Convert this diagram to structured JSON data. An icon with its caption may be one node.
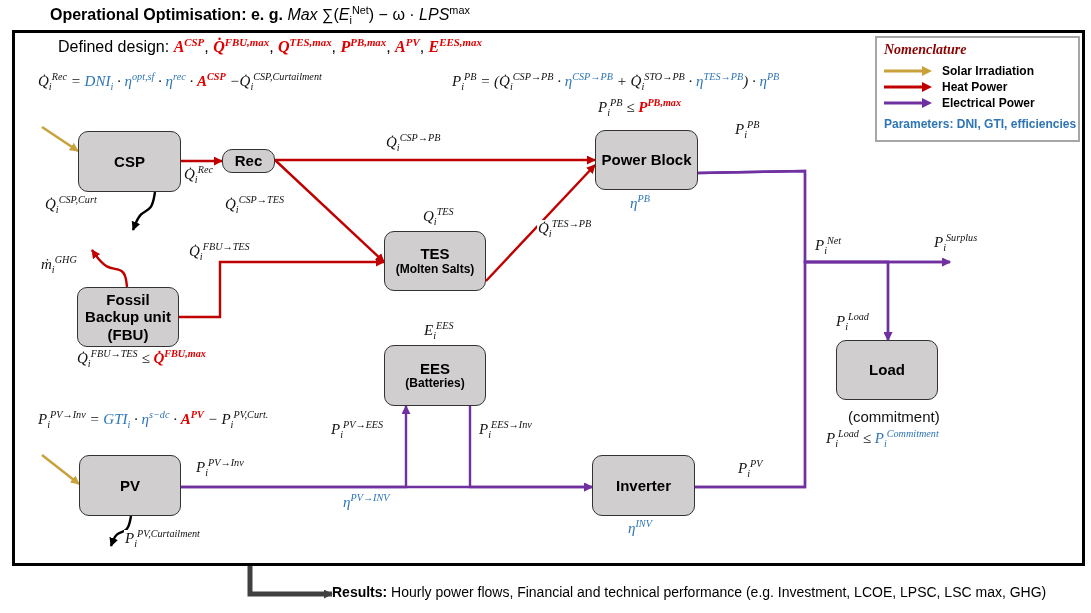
{
  "diagram": {
    "title": "**Operational Optimisation: e. g.** *Max* ∑(*E*$_{i}$$^{Net}$) − ω · *LPS*$^{max}$",
    "nodes": [
      {
        "text": [
          "Defined design: **A$^{CSP}$**, **Q̇$^{FBU,max}$**, **Q$^{TES,max}$**, **P$^{PB,max}$**, **A$^{PV}$**, **E$^{EES,max}$**"
        ]
      },
      {
        "text": [
          "CSP"
        ],
        "in": 0
      },
      {
        "text": [
          "Rec"
        ],
        "in": 0
      },
      {
        "text": [
          "Power Block"
        ],
        "in": 0,
        "beside": [
          "η$^{PB}$"
        ]
      },
      {
        "text": [
          "TES",
          "(Molten Salts)"
        ],
        "in": 0,
        "beside": [
          "Q$_{i}$$^{TES}$"
        ]
      },
      {
        "text": [
          "Fossil Backup unit (FBU)"
        ],
        "in": 0,
        "beside": [
          "Q̇$_{i}$$^{FBU→TES}$ ≤ **Q̇$^{FBU,max}$**"
        ]
      },
      {
        "text": [
          "EES",
          "(Batteries)"
        ],
        "in": 0,
        "beside": [
          "E$_{i}$$^{EES}$"
        ]
      },
      {
        "text": [
          "PV"
        ],
        "in": 0
      },
      {
        "text": [
          "Inverter"
        ],
        "in": 0,
        "beside": [
          "η$^{INV}$"
        ]
      },
      {
        "text": [
          "Load"
        ],
        "in": 0,
        "beside": [
          "(commitment)"
        ]
      },
      {
        "text": [
          "**Results:** Hourly power flows, Financial and technical performance (e.g. Investment, LCOE, LPSC, LSC max, GHG)"
        ]
      },
      {
        "text": [
          "P$_{i}$$^{Surplus}$"
        ],
        "in": 0
      }
    ],
    "edges": [
      {
        "from": null,
        "to": 1,
        "arrow": "to",
        "color": "#c9a13b"
      },
      {
        "from": 1,
        "to": 2,
        "arrow": "to",
        "label": "Q̇$_{i}$$^{Rec}$",
        "color": "#c00000"
      },
      {
        "from": 1,
        "to": null,
        "arrow": "to",
        "label": "Q̇$_{i}$$^{CSP,Curt}$",
        "color": "#000000"
      },
      {
        "from": 2,
        "to": 3,
        "arrow": "to",
        "label": "Q̇$_{i}$$^{CSP→PB}$",
        "color": "#c00000"
      },
      {
        "from": 2,
        "to": 4,
        "arrow": "to",
        "label": "Q̇$_{i}$$^{CSP→TES}$",
        "color": "#c00000"
      },
      {
        "from": 5,
        "to": null,
        "arrow": "to",
        "label": "ṁ$_{i}$$^{GHG}$",
        "color": "#c00000"
      },
      {
        "from": 5,
        "to": 4,
        "arrow": "to",
        "label": "Q̇$_{i}$$^{FBU→TES}$",
        "color": "#c00000"
      },
      {
        "from": 4,
        "to": 3,
        "arrow": "to",
        "label": "Q̇$_{i}$$^{TES→PB}$",
        "color": "#c00000"
      },
      {
        "from": 3,
        "to": 9,
        "arrow": "to",
        "label": "P$_{i}$$^{PB}$"
      },
      {
        "from": 3,
        "to": 11,
        "arrow": "to"
      },
      {
        "from": null,
        "to": 7,
        "arrow": "to",
        "color": "#c9a13b"
      },
      {
        "from": 7,
        "to": null,
        "arrow": "to",
        "label": "P$_{i}$$^{PV,Curtailment}$",
        "color": "#000000"
      },
      {
        "from": 7,
        "to": 8,
        "arrow": "to",
        "label": "P$_{i}$$^{PV→Inv}$"
      },
      {
        "from": 7,
        "to": 6,
        "arrow": "to",
        "label": "P$_{i}$$^{PV→EES}$"
      },
      {
        "from": 6,
        "to": 8,
        "arrow": "to",
        "label": "P$_{i}$$^{EES→Inv}$"
      },
      {
        "from": 8,
        "to": 9,
        "arrow": "to",
        "label": "P$_{i}$$^{PV}$"
      },
      {
        "from": 8,
        "to": 11,
        "arrow": "to"
      },
      {
        "from": 0,
        "to": 10,
        "arrow": "to",
        "style": "thick",
        "color": "#404040"
      }
    ],
    "labels": [
      "Q̇$_{i}$$^{Rec}$ = *DNI$_{i}$* · *η$^{opt,sf}$* · *η$^{rec}$* · **A$^{CSP}$** −Q̇$_{i}$$^{CSP,Curtailment}$",
      "P$_{i}$$^{PB}$ = (Q̇$_{i}$$^{CSP→PB}$ · *η$^{CSP→PB}$* + Q̇$_{i}$$^{STO→PB}$ · *η$^{TES→PB}$*) · *η$^{PB}$*",
      "P$_{i}$$^{PB}$ ≤ **P$^{PB,max}$**",
      "P$_{i}$$^{PV→Inv}$ = *GTI$_{i}$* · *η$^{s−dc}$* · **A$^{PV}$** − P$_{i}$$^{PV,Curt.}$",
      "P$_{i}$$^{Net}$",
      "P$_{i}$$^{Load}$",
      "P$_{i}$$^{Load}$ ≤ *P$_{i}$$^{Commitment}$*",
      "η$^{PV→INV}$",
      "Nomenclature",
      "Parameters: DNI, GTI, efficiencies"
    ],
    "legend": [
      {
        "text": "Solar Irradiation"
      },
      {
        "text": "Heat Power"
      },
      {
        "text": "Electrical Power"
      }
    ]
  }
}
